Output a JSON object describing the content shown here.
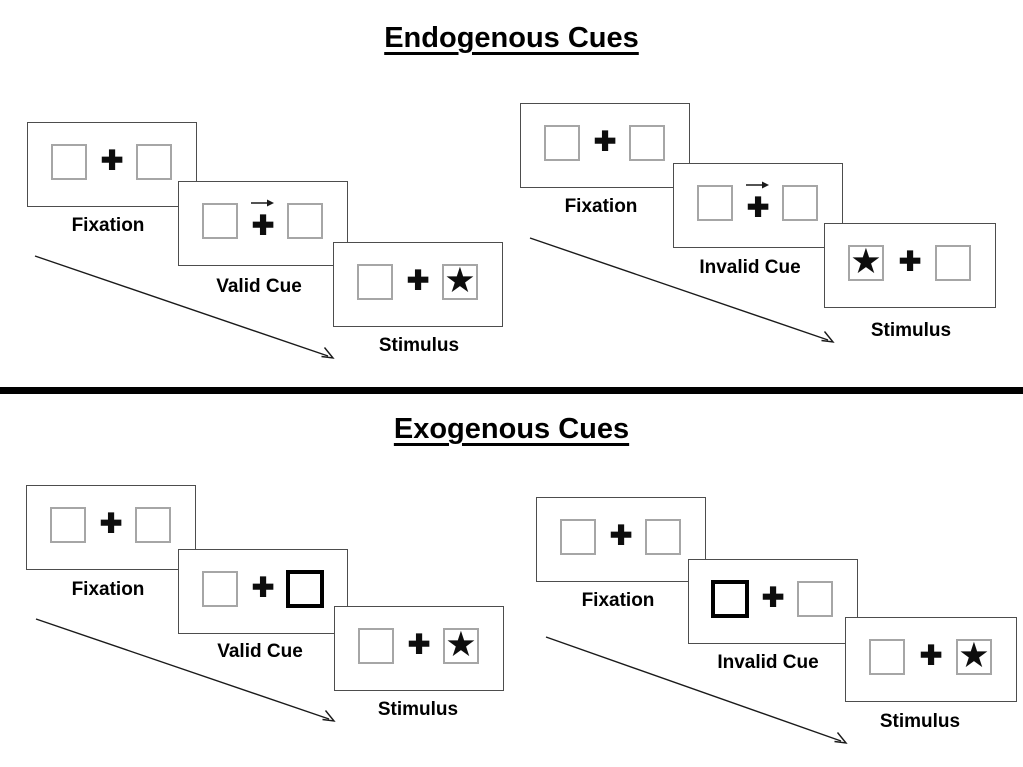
{
  "titles": {
    "endogenous": "Endogenous Cues",
    "exogenous": "Exogenous Cues"
  },
  "panels": {
    "endogenous_valid": {
      "fixation_label": "Fixation",
      "cue_label": "Valid Cue",
      "stimulus_label": "Stimulus",
      "cue_type": "arrow-right",
      "target_side": "right"
    },
    "endogenous_invalid": {
      "fixation_label": "Fixation",
      "cue_label": "Invalid Cue",
      "stimulus_label": "Stimulus",
      "cue_type": "arrow-right",
      "target_side": "left"
    },
    "exogenous_valid": {
      "fixation_label": "Fixation",
      "cue_label": "Valid Cue",
      "stimulus_label": "Stimulus",
      "cue_type": "bold-box-right",
      "target_side": "right"
    },
    "exogenous_invalid": {
      "fixation_label": "Fixation",
      "cue_label": "Invalid Cue",
      "stimulus_label": "Stimulus",
      "cue_type": "bold-box-left",
      "target_side": "right"
    }
  },
  "icons": {
    "fixation_cross": "✚",
    "target_star": "★"
  },
  "colors": {
    "background": "#ffffff",
    "card_border": "#4d4d4d",
    "square_border": "#a6a6a6",
    "bold_cue_border": "#000000",
    "divider": "#000000",
    "text": "#000000"
  }
}
